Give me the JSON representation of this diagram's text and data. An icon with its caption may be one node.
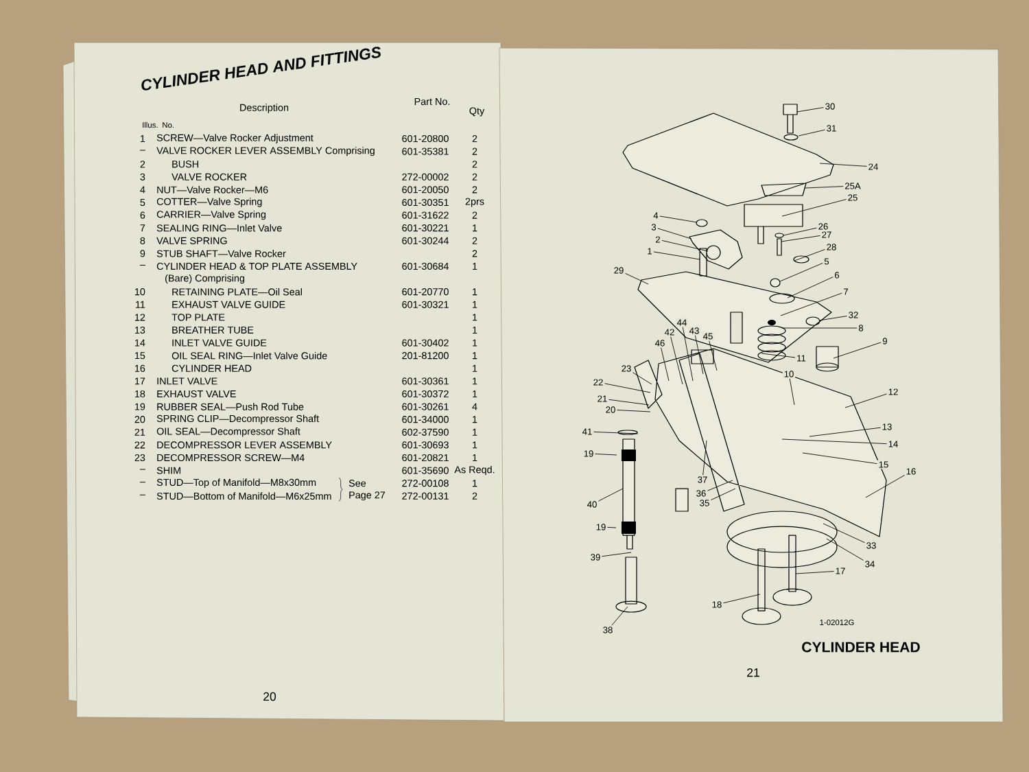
{
  "diagram": {
    "title": "CYLINDER HEAD AND FITTINGS",
    "caption": "CYLINDER HEAD",
    "nodes": [
      {
        "text": [
          "30"
        ]
      },
      {
        "text": [
          "31"
        ]
      },
      {
        "text": [
          "24"
        ]
      },
      {
        "text": [
          "25A"
        ]
      },
      {
        "text": [
          "25"
        ]
      },
      {
        "text": [
          "4"
        ]
      },
      {
        "text": [
          "26"
        ]
      },
      {
        "text": [
          "3"
        ]
      },
      {
        "text": [
          "27"
        ]
      },
      {
        "text": [
          "2"
        ]
      },
      {
        "text": [
          "28"
        ]
      },
      {
        "text": [
          "1"
        ]
      },
      {
        "text": [
          "5"
        ]
      },
      {
        "text": [
          "29"
        ]
      },
      {
        "text": [
          "6"
        ]
      },
      {
        "text": [
          "7"
        ]
      },
      {
        "text": [
          "32"
        ]
      },
      {
        "text": [
          "44"
        ]
      },
      {
        "text": [
          "8"
        ]
      },
      {
        "text": [
          "42"
        ]
      },
      {
        "text": [
          "45"
        ]
      },
      {
        "text": [
          "43"
        ]
      },
      {
        "text": [
          "9"
        ]
      },
      {
        "text": [
          "46"
        ]
      },
      {
        "text": [
          "11"
        ]
      },
      {
        "text": [
          "23"
        ]
      },
      {
        "text": [
          "10"
        ]
      },
      {
        "text": [
          "22"
        ]
      },
      {
        "text": [
          "21"
        ]
      },
      {
        "text": [
          "12"
        ]
      },
      {
        "text": [
          "20"
        ]
      },
      {
        "text": [
          "41"
        ]
      },
      {
        "text": [
          "13"
        ]
      },
      {
        "text": [
          "14"
        ]
      },
      {
        "text": [
          "19"
        ]
      },
      {
        "text": [
          "15"
        ]
      },
      {
        "text": [
          "16"
        ]
      },
      {
        "text": [
          "37"
        ]
      },
      {
        "text": [
          "36"
        ]
      },
      {
        "text": [
          "35"
        ]
      },
      {
        "text": [
          "40"
        ]
      },
      {
        "text": [
          "19"
        ]
      },
      {
        "text": [
          "39"
        ]
      },
      {
        "text": [
          "33"
        ]
      },
      {
        "text": [
          "34"
        ]
      },
      {
        "text": [
          "17"
        ]
      },
      {
        "text": [
          "18"
        ]
      },
      {
        "text": [
          "38"
        ]
      }
    ],
    "edges": [
      {
        "from": 0,
        "to": null,
        "arrow": "none"
      },
      {
        "from": 1,
        "to": null,
        "arrow": "none"
      },
      {
        "from": 2,
        "to": null,
        "arrow": "none"
      },
      {
        "from": 3,
        "to": null,
        "arrow": "none"
      },
      {
        "from": 4,
        "to": null,
        "arrow": "none"
      },
      {
        "from": 5,
        "to": null,
        "arrow": "none"
      },
      {
        "from": 6,
        "to": null,
        "arrow": "none"
      },
      {
        "from": 7,
        "to": null,
        "arrow": "none"
      },
      {
        "from": 8,
        "to": null,
        "arrow": "none"
      },
      {
        "from": 9,
        "to": null,
        "arrow": "none"
      },
      {
        "from": 10,
        "to": null,
        "arrow": "none"
      },
      {
        "from": 11,
        "to": null,
        "arrow": "none"
      },
      {
        "from": 12,
        "to": null,
        "arrow": "none"
      },
      {
        "from": 13,
        "to": null,
        "arrow": "none"
      },
      {
        "from": 14,
        "to": null,
        "arrow": "none"
      },
      {
        "from": 15,
        "to": null,
        "arrow": "none"
      },
      {
        "from": 16,
        "to": null,
        "arrow": "none"
      },
      {
        "from": 17,
        "to": null,
        "arrow": "none"
      },
      {
        "from": 18,
        "to": null,
        "arrow": "none"
      },
      {
        "from": 19,
        "to": null,
        "arrow": "none"
      },
      {
        "from": 20,
        "to": null,
        "arrow": "none"
      },
      {
        "from": 21,
        "to": null,
        "arrow": "none"
      },
      {
        "from": 22,
        "to": null,
        "arrow": "none"
      },
      {
        "from": 23,
        "to": null,
        "arrow": "none"
      },
      {
        "from": 24,
        "to": null,
        "arrow": "none"
      },
      {
        "from": 25,
        "to": null,
        "arrow": "none"
      },
      {
        "from": 26,
        "to": null,
        "arrow": "none"
      },
      {
        "from": 27,
        "to": null,
        "arrow": "none"
      },
      {
        "from": 28,
        "to": null,
        "arrow": "none"
      },
      {
        "from": 29,
        "to": null,
        "arrow": "none"
      },
      {
        "from": 30,
        "to": null,
        "arrow": "none"
      },
      {
        "from": 31,
        "to": null,
        "arrow": "none"
      },
      {
        "from": 32,
        "to": null,
        "arrow": "none"
      },
      {
        "from": 33,
        "to": null,
        "arrow": "none"
      },
      {
        "from": 34,
        "to": null,
        "arrow": "none"
      },
      {
        "from": 35,
        "to": null,
        "arrow": "none"
      },
      {
        "from": 36,
        "to": null,
        "arrow": "none"
      },
      {
        "from": 37,
        "to": null,
        "arrow": "none"
      },
      {
        "from": 38,
        "to": null,
        "arrow": "none"
      },
      {
        "from": 39,
        "to": null,
        "arrow": "none"
      },
      {
        "from": 40,
        "to": null,
        "arrow": "none"
      },
      {
        "from": 41,
        "to": null,
        "arrow": "none"
      },
      {
        "from": 42,
        "to": null,
        "arrow": "none"
      },
      {
        "from": 43,
        "to": null,
        "arrow": "none"
      },
      {
        "from": 44,
        "to": null,
        "arrow": "none"
      },
      {
        "from": 45,
        "to": null,
        "arrow": "none"
      },
      {
        "from": 46,
        "to": null,
        "arrow": "none"
      },
      {
        "from": 47,
        "to": null,
        "arrow": "none"
      }
    ],
    "labels": [
      "Illus. No.",
      "Description",
      "Part No.",
      "Qty",
      "1",
      "SCREW—Valve Rocker Adjustment",
      "601-20800",
      "2",
      "–",
      "VALVE ROCKER LEVER ASSEMBLY Comprising",
      "601-35381",
      "2",
      "2",
      "BUSH",
      "2",
      "3",
      "VALVE ROCKER",
      "272-00002",
      "2",
      "4",
      "NUT—Valve Rocker—M6",
      "601-20050",
      "2",
      "5",
      "COTTER—Valve Spring",
      "601-30351",
      "2prs",
      "6",
      "CARRIER—Valve Spring",
      "601-31622",
      "2",
      "7",
      "SEALING RING—Inlet Valve",
      "601-30221",
      "1",
      "8",
      "VALVE SPRING",
      "601-30244",
      "2",
      "9",
      "STUB SHAFT—Valve Rocker",
      "2",
      "–",
      "CYLINDER HEAD & TOP PLATE ASSEMBLY",
      "601-30684",
      "1",
      "(Bare) Comprising",
      "10",
      "RETAINING PLATE—Oil Seal",
      "601-20770",
      "1",
      "11",
      "EXHAUST VALVE GUIDE",
      "601-30321",
      "1",
      "12",
      "TOP PLATE",
      "1",
      "13",
      "BREATHER TUBE",
      "1",
      "14",
      "INLET VALVE GUIDE",
      "601-30402",
      "1",
      "15",
      "OIL SEAL RING—Inlet Valve Guide",
      "201-81200",
      "1",
      "16",
      "CYLINDER HEAD",
      "1",
      "17",
      "INLET VALVE",
      "601-30361",
      "1",
      "18",
      "EXHAUST VALVE",
      "601-30372",
      "1",
      "19",
      "RUBBER SEAL—Push Rod Tube",
      "601-30261",
      "4",
      "20",
      "SPRING CLIP—Decompressor Shaft",
      "601-34000",
      "1",
      "21",
      "OIL SEAL—Decompressor Shaft",
      "602-37590",
      "1",
      "22",
      "DECOMPRESSOR LEVER ASSEMBLY",
      "601-30693",
      "1",
      "23",
      "DECOMPRESSOR SCREW—M4",
      "601-20821",
      "1",
      "–",
      "SHIM",
      "601-35690",
      "As Reqd.",
      "–",
      "STUD—Top of Manifold—M8x30mm",
      "See",
      "272-00108",
      "1",
      "–",
      "STUD—Bottom of Manifold—M6x25mm",
      "Page 27",
      "272-00131",
      "2",
      "1-02012G",
      "20",
      "21"
    ]
  }
}
